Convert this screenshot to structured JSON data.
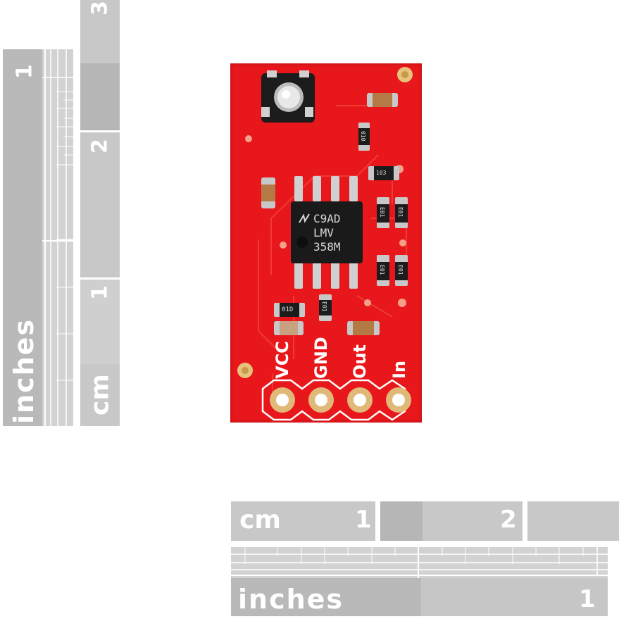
{
  "left_rulers": {
    "inches_ruler": {
      "unit_label": "inches",
      "number_1": "1"
    },
    "cm_ruler": {
      "unit_label": "cm",
      "number_1": "1",
      "number_2": "2",
      "number_3": "3"
    }
  },
  "bottom_rulers": {
    "cm_ruler": {
      "unit_label": "cm",
      "number_1": "1",
      "number_2": "2"
    },
    "inches_ruler": {
      "unit_label": "inches",
      "number_1": "1"
    }
  },
  "board": {
    "pin_labels": [
      "VCC",
      "GND",
      "Out",
      "In"
    ],
    "ic_marking": [
      "C9AD",
      "LMV",
      "358M"
    ],
    "resistor_codes": {
      "r1": "010",
      "r2": "103",
      "r3": "E01",
      "r4": "E01",
      "r5": "E01",
      "r6": "E01",
      "r7": "01D",
      "r8": "E01"
    }
  },
  "colors": {
    "pcb": "#e8171b",
    "ruler_gray": "#c8c8c8",
    "ruler_dark": "#b0b0b0",
    "silkscreen": "#ffffff",
    "ic_body": "#1a1a1a"
  }
}
